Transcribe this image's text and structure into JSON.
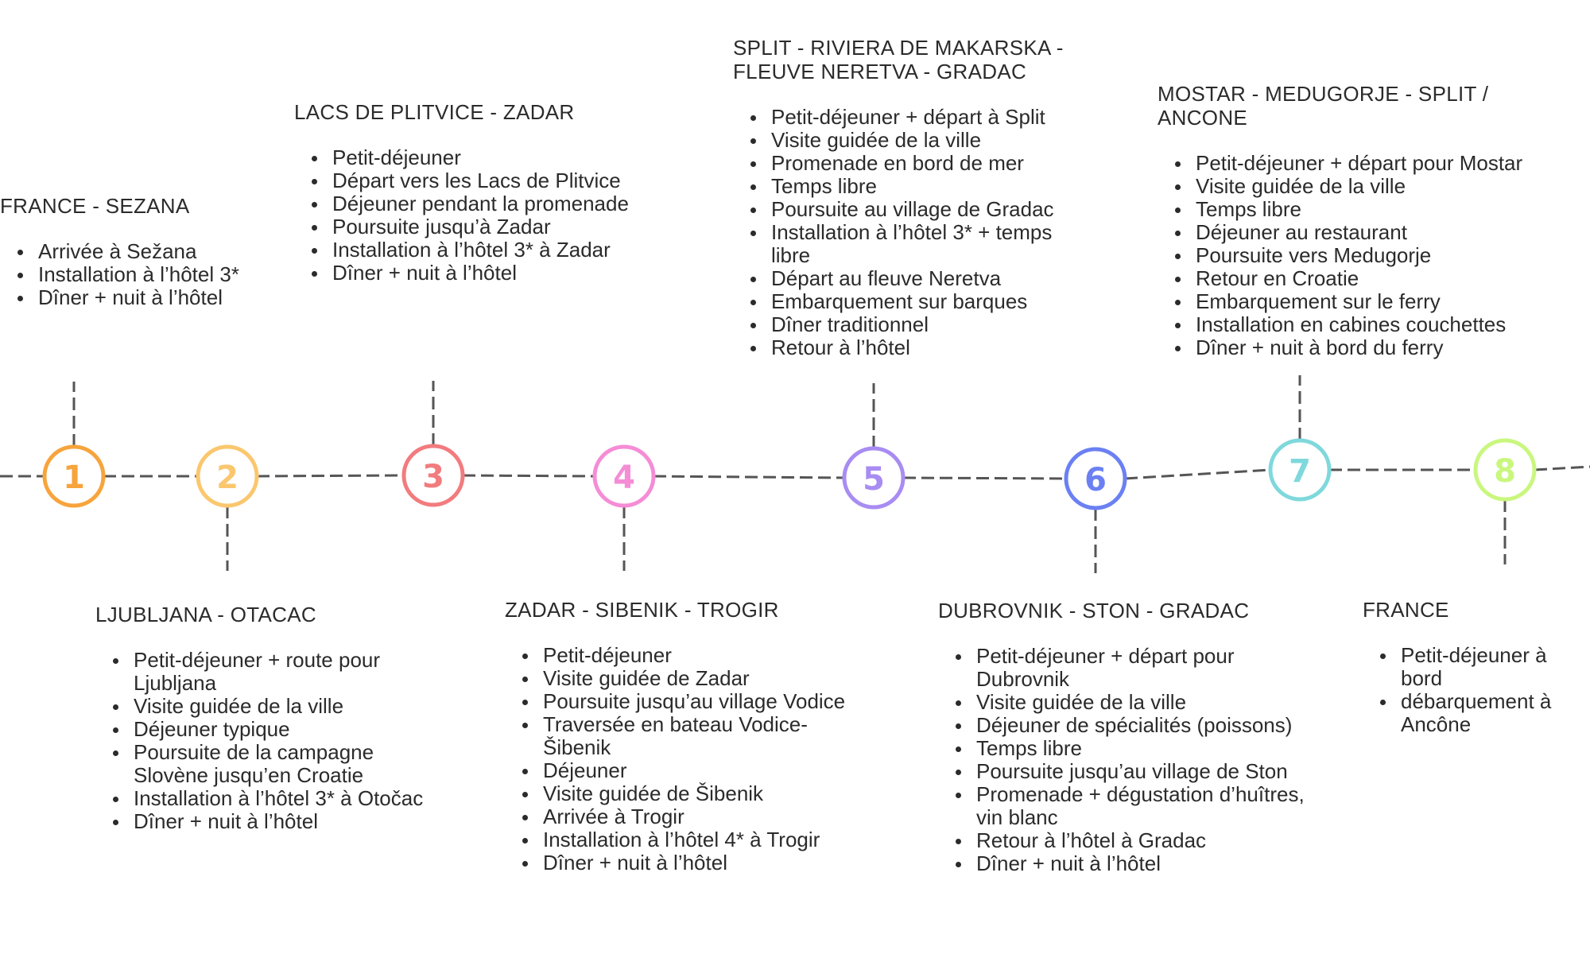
{
  "colors": {
    "line": "#555555",
    "text": "#2b2b2b",
    "steps": [
      "#f7a43c",
      "#fbc76e",
      "#f27b7e",
      "#f58cd6",
      "#a88cf2",
      "#6b80f2",
      "#7fd8dc",
      "#c9f77e"
    ]
  },
  "steps": [
    {
      "number": "1",
      "title": "FRANCE - SEZANA",
      "items": [
        "Arrivée à Sežana",
        "Installation à l’hôtel 3*",
        "Dîner + nuit à l’hôtel"
      ]
    },
    {
      "number": "2",
      "title": "LJUBLJANA - OTACAC",
      "items": [
        "Petit-déjeuner + route pour Ljubljana",
        "Visite guidée de la ville",
        "Déjeuner typique",
        "Poursuite de la campagne Slovène jusqu’en Croatie",
        "Installation à l’hôtel 3* à Otočac",
        "Dîner + nuit à l’hôtel"
      ]
    },
    {
      "number": "3",
      "title": "LACS DE PLITVICE - ZADAR",
      "items": [
        "Petit-déjeuner",
        "Départ vers les Lacs de Plitvice",
        "Déjeuner pendant la promenade",
        "Poursuite jusqu’à Zadar",
        "Installation à l’hôtel 3* à Zadar",
        "Dîner + nuit à l’hôtel"
      ]
    },
    {
      "number": "4",
      "title": "ZADAR - SIBENIK - TROGIR",
      "items": [
        "Petit-déjeuner",
        "Visite guidée de Zadar",
        "Poursuite jusqu’au village Vodice",
        "Traversée en bateau Vodice-Šibenik",
        "Déjeuner",
        "Visite guidée de Šibenik",
        "Arrivée à Trogir",
        "Installation à l’hôtel 4* à Trogir",
        "Dîner + nuit à l’hôtel"
      ]
    },
    {
      "number": "5",
      "title": "SPLIT - RIVIERA DE MAKARSKA - FLEUVE NERETVA - GRADAC",
      "items": [
        "Petit-déjeuner + départ à  Split",
        "Visite guidée de la ville",
        "Promenade en bord de mer",
        "Temps libre",
        "Poursuite au village de Gradac",
        "Installation à l’hôtel 3* + temps libre",
        "Départ au fleuve Neretva",
        "Embarquement sur barques",
        "Dîner traditionnel",
        " Retour à l’hôtel"
      ]
    },
    {
      "number": "6",
      "title": "DUBROVNIK - STON - GRADAC",
      "items": [
        "Petit-déjeuner + départ pour Dubrovnik",
        "Visite guidée de la ville",
        "Déjeuner de spécialités (poissons)",
        "Temps libre",
        "Poursuite jusqu’au village de Ston",
        "Promenade + dégustation d’huîtres, vin blanc",
        "Retour à l’hôtel à Gradac",
        "Dîner + nuit à l’hôtel"
      ]
    },
    {
      "number": "7",
      "title": "MOSTAR - MEDUGORJE - SPLIT / ANCONE",
      "items": [
        "Petit-déjeuner + départ pour Mostar",
        "Visite guidée de la ville",
        "Temps libre",
        "Déjeuner au restaurant",
        "Poursuite vers Medugorje",
        "Retour en Croatie",
        "Embarquement sur le ferry",
        "Installation en cabines couchettes",
        "Dîner + nuit à bord du ferry"
      ]
    },
    {
      "number": "8",
      "title": "FRANCE",
      "items": [
        "Petit-déjeuner à bord",
        "débarquement à Ancône"
      ]
    }
  ]
}
